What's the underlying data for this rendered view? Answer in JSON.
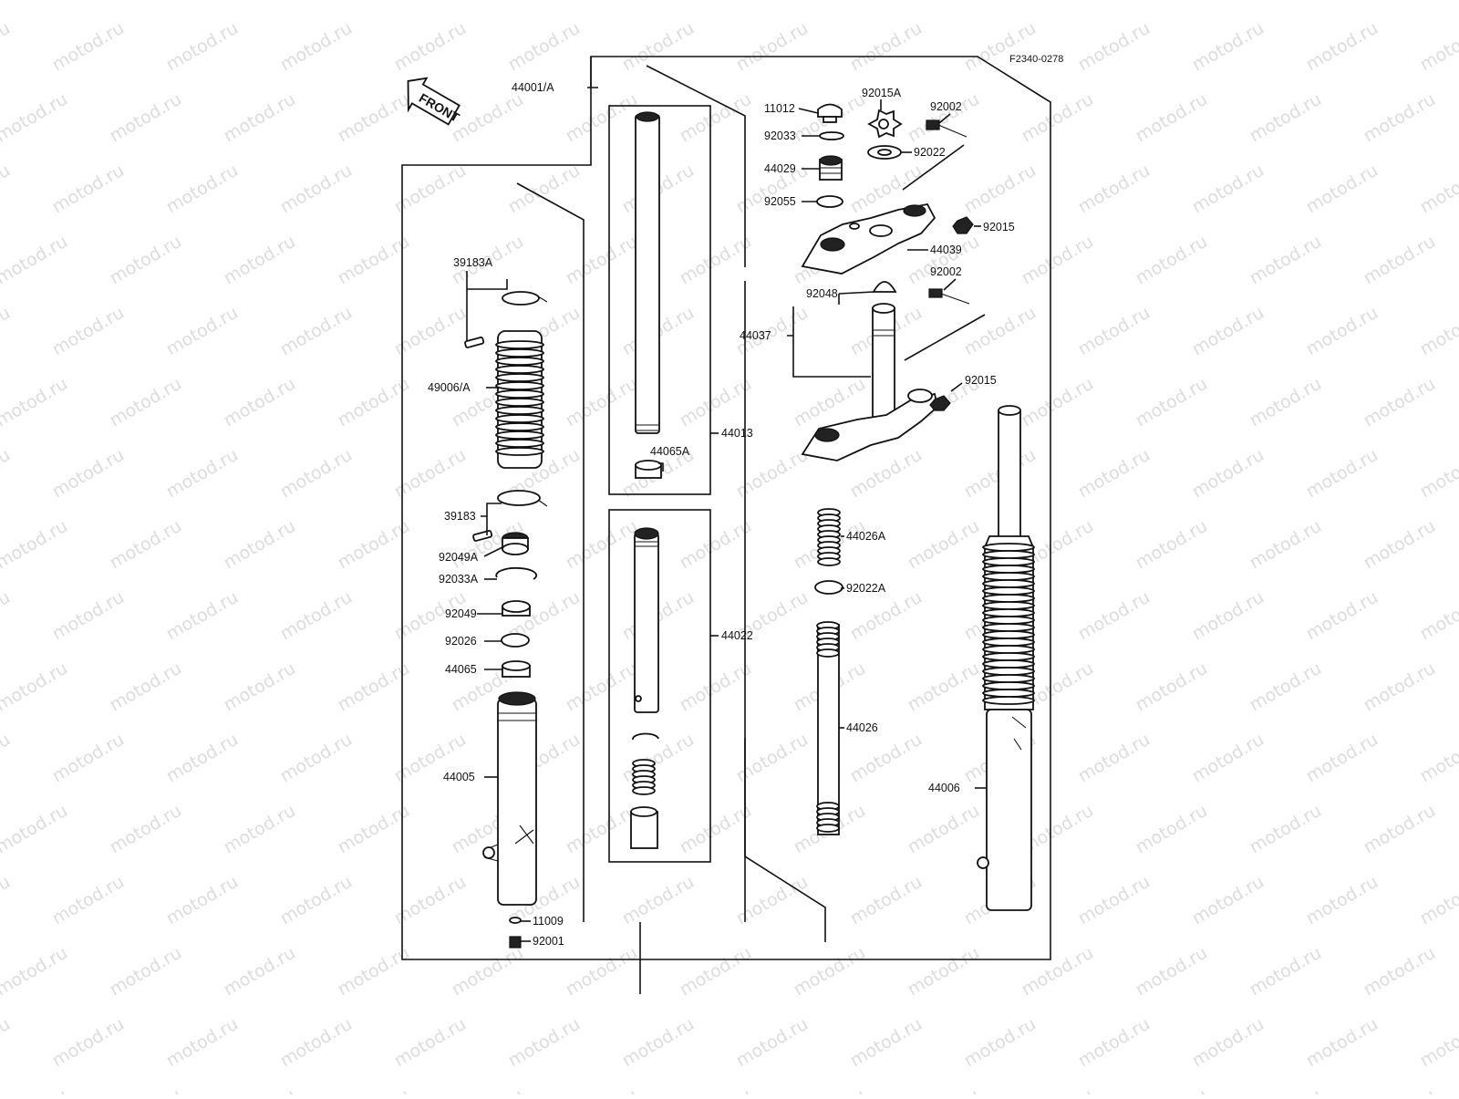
{
  "figure_code": "F2340-0278",
  "front_label": "FRONT",
  "watermark_text": "motod.ru",
  "colors": {
    "ink": "#111111",
    "paper": "#ffffff",
    "watermark": "#dcdcdc"
  },
  "labels": {
    "l44001A": "44001/A",
    "l39183A": "39183A",
    "l49006A": "49006/A",
    "l39183": "39183",
    "l92049A": "92049A",
    "l92033A": "92033A",
    "l92049": "92049",
    "l92026": "92026",
    "l44065": "44065",
    "l44005": "44005",
    "l11009": "11009",
    "l92001": "92001",
    "l44013": "44013",
    "l44065A": "44065A",
    "l44022": "44022",
    "l11012": "11012",
    "l92015A": "92015A",
    "l92002a": "92002",
    "l92033": "92033",
    "l92022": "92022",
    "l44029": "44029",
    "l92055": "92055",
    "l92015a": "92015",
    "l44039": "44039",
    "l92002b": "92002",
    "l92048": "92048",
    "l44037": "44037",
    "l92015b": "92015",
    "l44026A": "44026A",
    "l92022A": "92022A",
    "l44026": "44026",
    "l44006": "44006"
  }
}
